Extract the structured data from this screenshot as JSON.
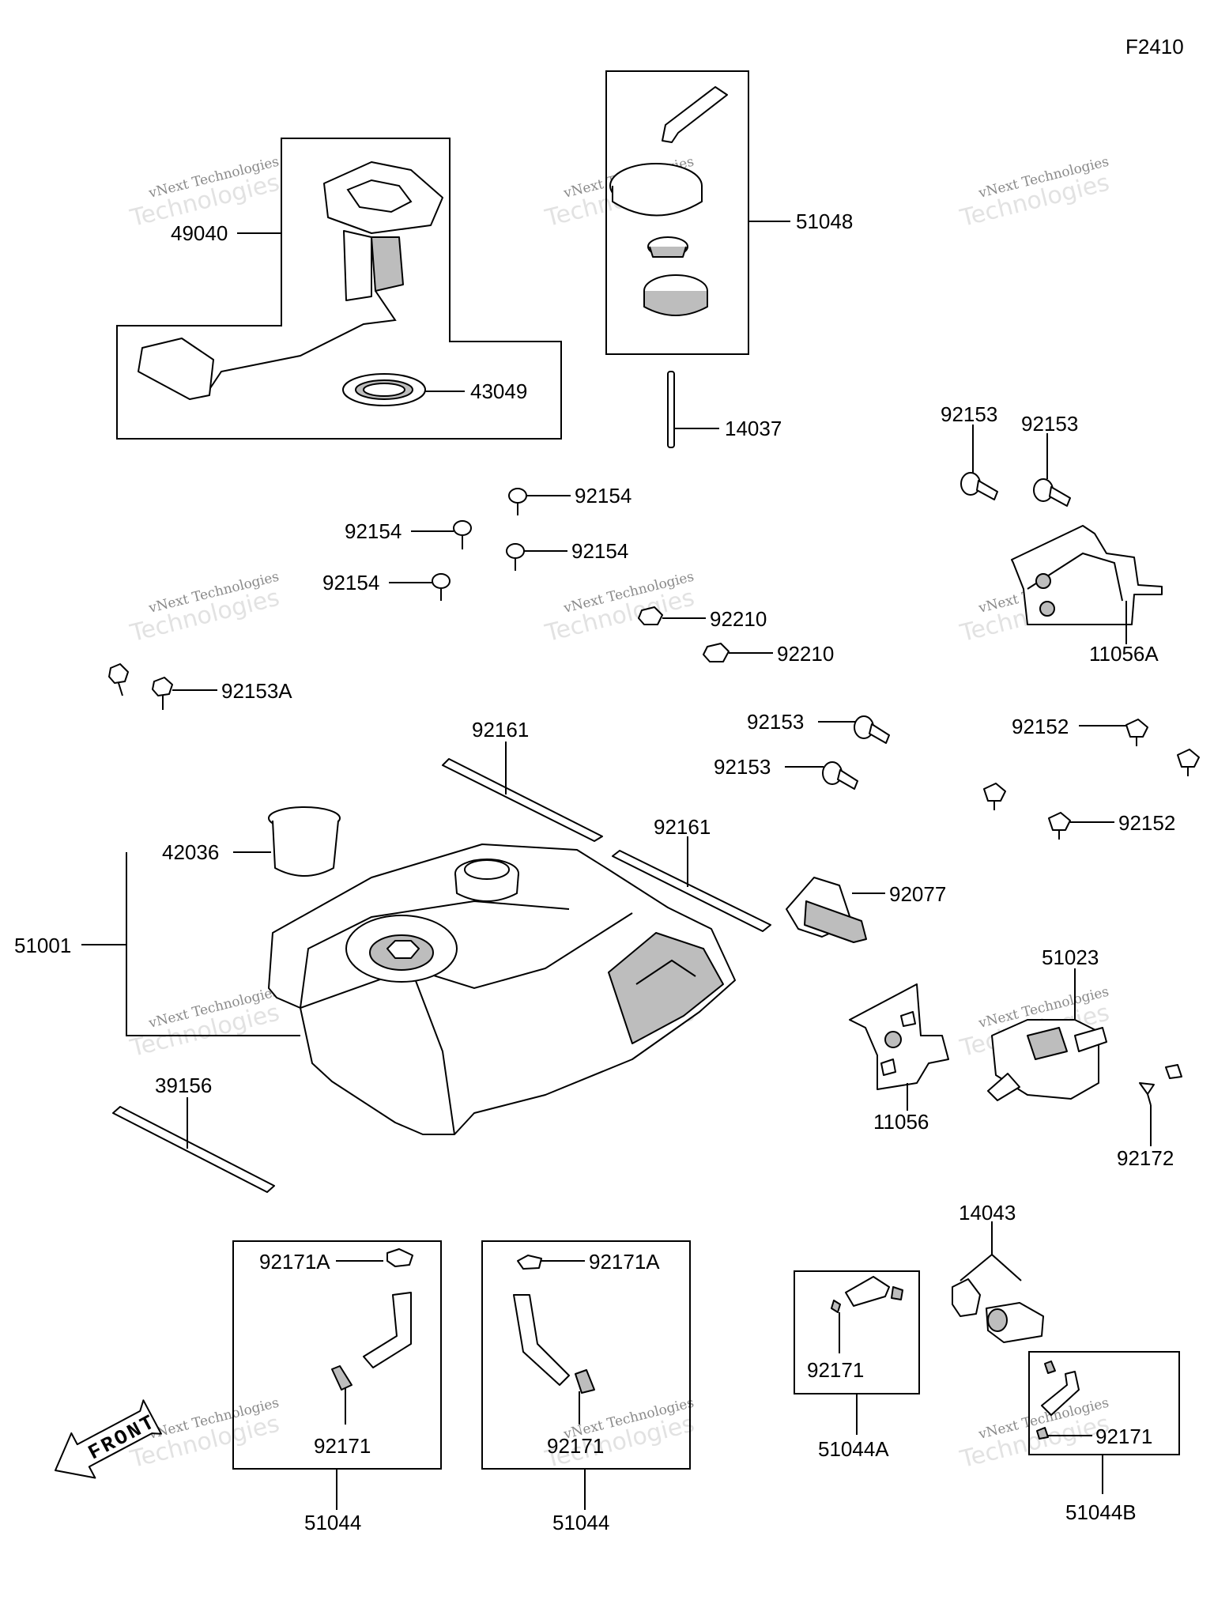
{
  "figure_code": "F2410",
  "watermark": {
    "line1": "vNext Technologies",
    "line2": "Technologies"
  },
  "front_marker": "FRONT",
  "part_labels": {
    "fuel_pump": "49040",
    "pump_gasket": "43049",
    "cap_assy": "51048",
    "cap_strap": "14037",
    "bolt_92153_a": "92153",
    "bolt_92153_b": "92153",
    "bolt_92153_c": "92153",
    "bolt_92153_d": "92153",
    "bracket_right": "11056A",
    "screw_92154_a": "92154",
    "screw_92154_b": "92154",
    "screw_92154_c": "92154",
    "screw_92154_d": "92154",
    "nut_92210_a": "92210",
    "nut_92210_b": "92210",
    "bolt_92153A": "92153A",
    "pad_92161_a": "92161",
    "pad_92161_b": "92161",
    "bolt_92152_a": "92152",
    "bolt_92152_b": "92152",
    "filler_cap": "42036",
    "fuel_tank": "51001",
    "grommet": "92077",
    "valve": "51023",
    "bracket_valve": "11056",
    "clip_92172": "92172",
    "pad_39156": "39156",
    "switch_14043": "14043",
    "hose_51044_left": "51044",
    "hose_51044_mid": "51044",
    "hose_51044A": "51044A",
    "hose_51044B": "51044B",
    "clamp_92171A_left": "92171A",
    "clamp_92171A_mid": "92171A",
    "clamp_92171_left": "92171",
    "clamp_92171_mid": "92171",
    "clamp_92171_A": "92171",
    "clamp_92171_B": "92171"
  }
}
